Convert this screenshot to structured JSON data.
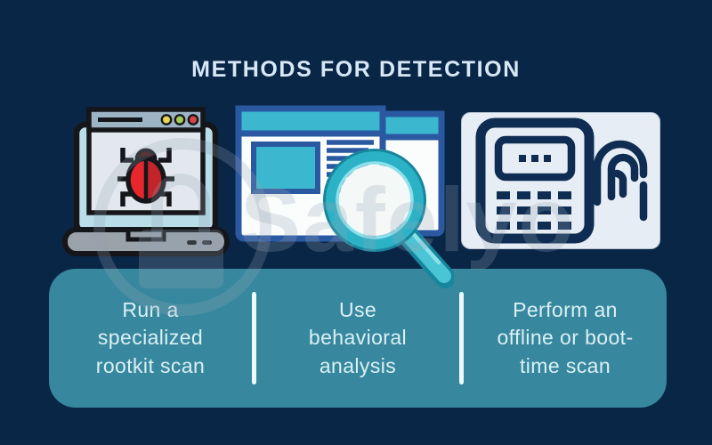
{
  "title": "METHODS FOR DETECTION",
  "watermark": {
    "text": "Safelyo",
    "logo": "padlock-circle-logo"
  },
  "methods": [
    {
      "icon": "laptop-rootkit-scan-icon",
      "lines": [
        "Run a",
        "specialized",
        "rootkit scan"
      ]
    },
    {
      "icon": "browser-magnifier-icon",
      "lines": [
        "Use",
        "behavioral",
        "analysis"
      ]
    },
    {
      "icon": "keypad-fingerprint-icon",
      "lines": [
        "Perform an",
        "offline or boot-",
        "time scan"
      ]
    }
  ],
  "colors": {
    "background": "#0a2647",
    "panel_teal": "#37889e",
    "divider": "#eefafd",
    "title_text": "#d7e8f6",
    "panel_text": "#dbf0f5",
    "icon_accent_teal": "#3bb8cf",
    "icon_outline_blue": "#2a59a1",
    "icon_dark_navy": "#0f2d52",
    "bug_red": "#e8262c",
    "watermark_gray": "#93a2b2"
  }
}
